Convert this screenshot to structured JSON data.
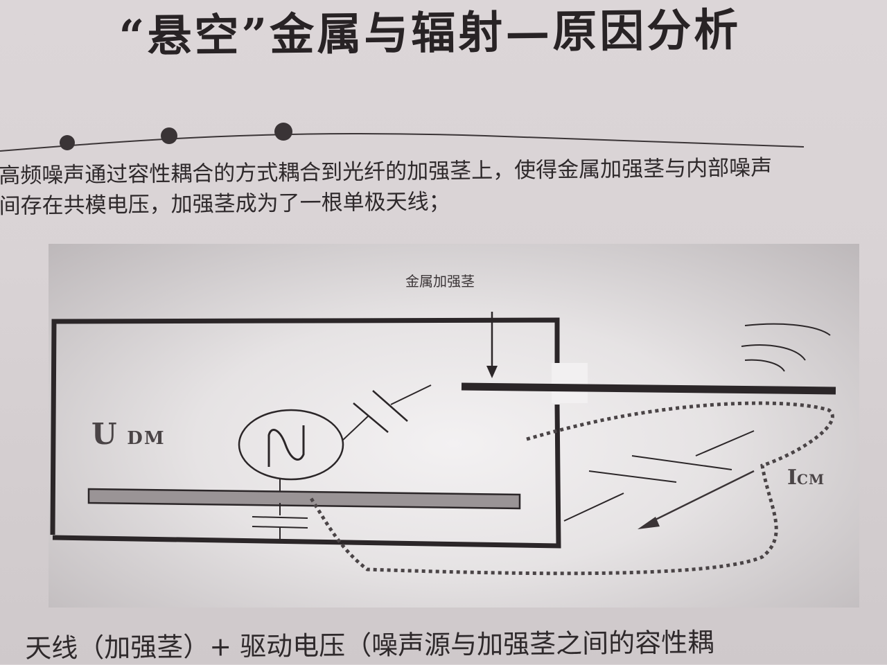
{
  "title": "“悬空”金属与辐射—原因分析",
  "intro": {
    "line1": "高频噪声通过容性耦合的方式耦合到光纤的加强茎上，使得金属加强茎与内部噪声",
    "line2": "间存在共模电压，加强茎成为了一根单极天线；"
  },
  "figure": {
    "label_metal": "金属加强茎",
    "label_udm_main": "U",
    "label_udm_sub": "DM",
    "label_icm_main": "I",
    "label_icm_sub": "CM"
  },
  "bottom_text": "天线（加强茎）+ 驱动电压（噪声源与加强茎之间的容性耦"
}
